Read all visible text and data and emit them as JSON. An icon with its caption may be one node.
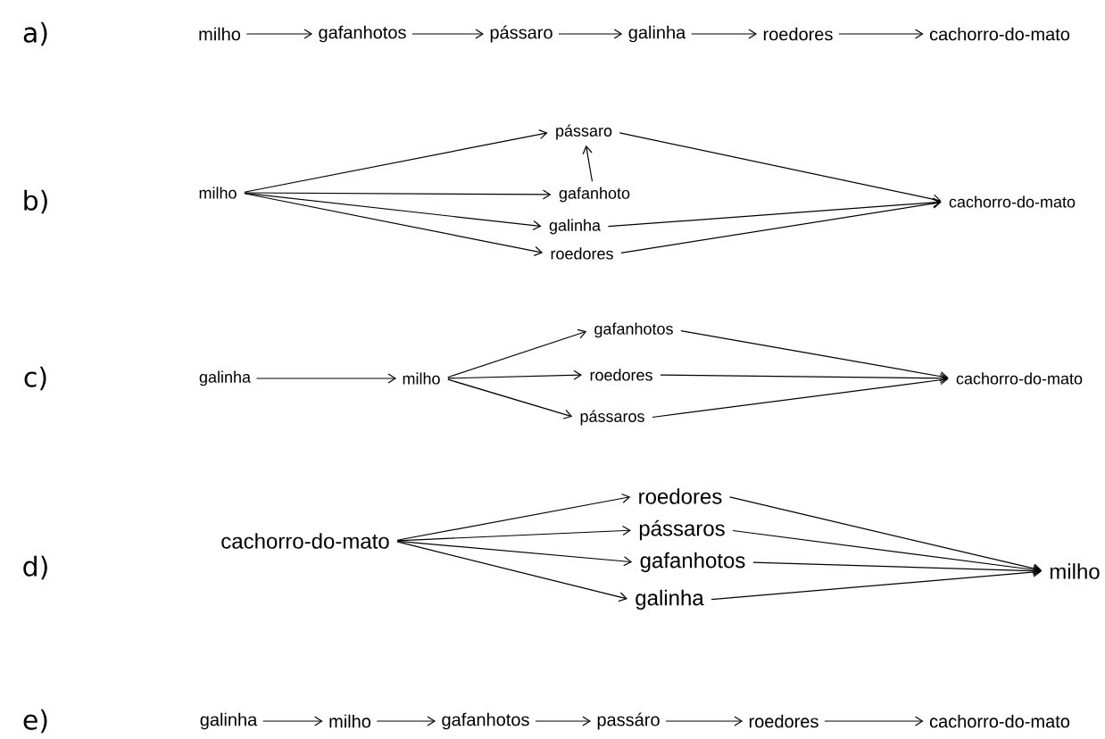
{
  "diagram": {
    "nodes": [
      {
        "text": [
          "milho"
        ]
      },
      {
        "text": [
          "gafanhotos"
        ]
      },
      {
        "text": [
          "pássaro"
        ]
      },
      {
        "text": [
          "galinha"
        ]
      },
      {
        "text": [
          "roedores"
        ]
      },
      {
        "text": [
          "cachorro-do-mato"
        ]
      },
      {
        "text": [
          "milho"
        ]
      },
      {
        "text": [
          "pássaro"
        ]
      },
      {
        "text": [
          "gafanhoto"
        ]
      },
      {
        "text": [
          "galinha"
        ]
      },
      {
        "text": [
          "roedores"
        ]
      },
      {
        "text": [
          "cachorro-do-mato"
        ]
      },
      {
        "text": [
          "galinha"
        ]
      },
      {
        "text": [
          "milho"
        ]
      },
      {
        "text": [
          "gafanhotos"
        ]
      },
      {
        "text": [
          "roedores"
        ]
      },
      {
        "text": [
          "pássaros"
        ]
      },
      {
        "text": [
          "cachorro-do-mato"
        ]
      },
      {
        "text": [
          "cachorro-do-mato"
        ]
      },
      {
        "text": [
          "roedores"
        ]
      },
      {
        "text": [
          "pássaros"
        ]
      },
      {
        "text": [
          "gafanhotos"
        ]
      },
      {
        "text": [
          "galinha"
        ]
      },
      {
        "text": [
          "milho"
        ]
      },
      {
        "text": [
          "galinha"
        ]
      },
      {
        "text": [
          "milho"
        ]
      },
      {
        "text": [
          "gafanhotos"
        ]
      },
      {
        "text": [
          "passáro"
        ]
      },
      {
        "text": [
          "roedores"
        ]
      },
      {
        "text": [
          "cachorro-do-mato"
        ]
      }
    ],
    "edges": [
      {
        "from": 0,
        "to": 1,
        "arrow": "to"
      },
      {
        "from": 1,
        "to": 2,
        "arrow": "to"
      },
      {
        "from": 2,
        "to": 3,
        "arrow": "to"
      },
      {
        "from": 3,
        "to": 4,
        "arrow": "to"
      },
      {
        "from": 4,
        "to": 5,
        "arrow": "to"
      },
      {
        "from": 6,
        "to": 7,
        "arrow": "to"
      },
      {
        "from": 6,
        "to": 8,
        "arrow": "to"
      },
      {
        "from": 6,
        "to": 9,
        "arrow": "to"
      },
      {
        "from": 6,
        "to": 10,
        "arrow": "to"
      },
      {
        "from": 8,
        "to": 7,
        "arrow": "to"
      },
      {
        "from": 7,
        "to": 11,
        "arrow": "to"
      },
      {
        "from": 9,
        "to": 11,
        "arrow": "to"
      },
      {
        "from": 10,
        "to": 11,
        "arrow": "to"
      },
      {
        "from": 12,
        "to": 13,
        "arrow": "to"
      },
      {
        "from": 13,
        "to": 14,
        "arrow": "to"
      },
      {
        "from": 13,
        "to": 15,
        "arrow": "to"
      },
      {
        "from": 13,
        "to": 16,
        "arrow": "to"
      },
      {
        "from": 14,
        "to": 17,
        "arrow": "to"
      },
      {
        "from": 15,
        "to": 17,
        "arrow": "to"
      },
      {
        "from": 16,
        "to": 17,
        "arrow": "to"
      },
      {
        "from": 18,
        "to": 19,
        "arrow": "to"
      },
      {
        "from": 18,
        "to": 20,
        "arrow": "to"
      },
      {
        "from": 18,
        "to": 21,
        "arrow": "to"
      },
      {
        "from": 18,
        "to": 22,
        "arrow": "to"
      },
      {
        "from": 19,
        "to": 23,
        "arrow": "to"
      },
      {
        "from": 20,
        "to": 23,
        "arrow": "to"
      },
      {
        "from": 21,
        "to": 23,
        "arrow": "to"
      },
      {
        "from": 22,
        "to": 23,
        "arrow": "to"
      },
      {
        "from": 24,
        "to": 25,
        "arrow": "to"
      },
      {
        "from": 25,
        "to": 26,
        "arrow": "to"
      },
      {
        "from": 26,
        "to": 27,
        "arrow": "to"
      },
      {
        "from": 27,
        "to": 28,
        "arrow": "to"
      },
      {
        "from": 28,
        "to": 29,
        "arrow": "to"
      }
    ],
    "labels": [
      "a)",
      "b)",
      "c)",
      "d)",
      "e)"
    ]
  }
}
